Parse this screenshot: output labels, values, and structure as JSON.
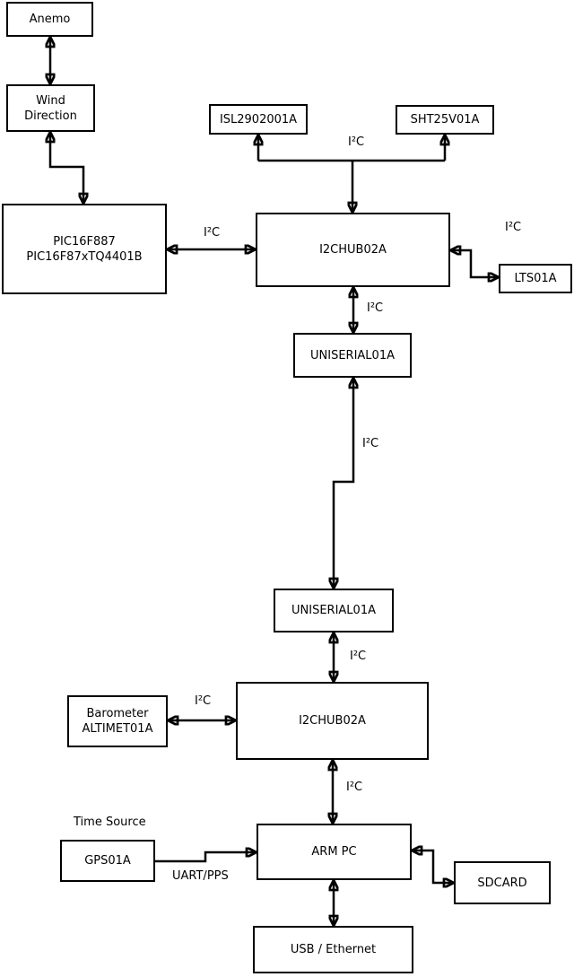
{
  "diagram": {
    "nodes": {
      "anemo": {
        "label": "Anemo"
      },
      "wind": {
        "label": "Wind\nDirection"
      },
      "pic": {
        "label": "PIC16F887\nPIC16F87xTQ4401B"
      },
      "isl": {
        "label": "ISL2902001A"
      },
      "sht": {
        "label": "SHT25V01A"
      },
      "hub1": {
        "label": "I2CHUB02A"
      },
      "lts": {
        "label": "LTS01A"
      },
      "uniserial1": {
        "label": "UNISERIAL01A"
      },
      "uniserial2": {
        "label": "UNISERIAL01A"
      },
      "hub2": {
        "label": "I2CHUB02A"
      },
      "barometer": {
        "label": "Barometer\nALTIMET01A"
      },
      "armpc": {
        "label": "ARM PC"
      },
      "gps": {
        "label": "GPS01A"
      },
      "sdcard": {
        "label": "SDCARD"
      },
      "usb": {
        "label": "USB / Ethernet"
      }
    },
    "edge_labels": {
      "i2c_top": "I²C",
      "i2c_pic_hub1": "I²C",
      "i2c_hub1_lts": "I²C",
      "i2c_hub1_uni1": "I²C",
      "i2c_uni_link": "I²C",
      "i2c_uni2_hub2": "I²C",
      "i2c_baro_hub2": "I²C",
      "i2c_hub2_arm": "I²C",
      "time_source": "Time Source",
      "uart_pps": "UART/PPS"
    },
    "colors": {
      "line": "#000000",
      "box_border": "#000000",
      "background": "#ffffff",
      "text": "#000000"
    }
  }
}
